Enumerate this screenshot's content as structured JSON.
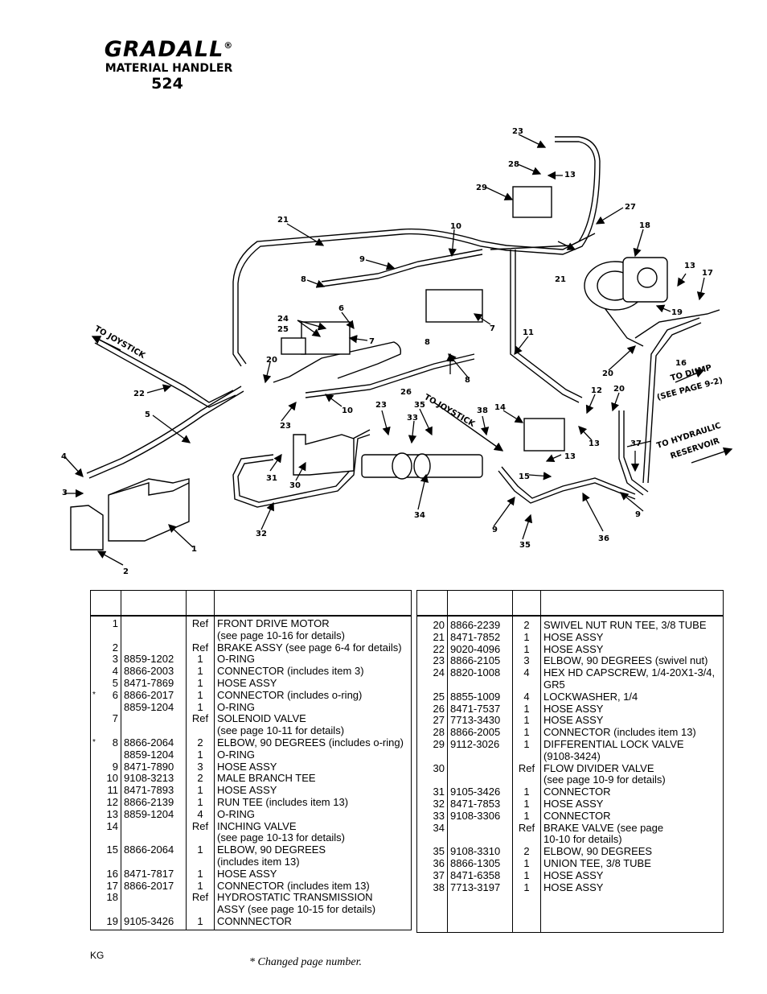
{
  "header": {
    "logo": "GRADALL",
    "registered": "®",
    "subtitle": "MATERIAL HANDLER",
    "model": "524"
  },
  "diagram": {
    "labels": [
      "1",
      "2",
      "3",
      "4",
      "5",
      "6",
      "7",
      "8",
      "9",
      "10",
      "11",
      "12",
      "13",
      "14",
      "15",
      "16",
      "17",
      "18",
      "19",
      "20",
      "21",
      "22",
      "23",
      "24",
      "25",
      "26",
      "27",
      "28",
      "29",
      "30",
      "31",
      "32",
      "33",
      "34",
      "35",
      "36",
      "37",
      "38"
    ],
    "directions": {
      "to_joystick": "TO JOYSTICK",
      "to_dump": "TO DUMP",
      "see_page": "(SEE PAGE 9-2)",
      "to_hydraulic": "TO HYDRAULIC",
      "reservoir": "RESERVOIR"
    }
  },
  "table_left": [
    {
      "mark": "",
      "item": "1",
      "part": "",
      "qty": "Ref",
      "desc": "FRONT DRIVE MOTOR"
    },
    {
      "mark": "",
      "item": "",
      "part": "",
      "qty": "",
      "desc": "(see page 10-16 for details)"
    },
    {
      "mark": "",
      "item": "2",
      "part": "",
      "qty": "Ref",
      "desc": "BRAKE ASSY (see page 6-4 for details)"
    },
    {
      "mark": "",
      "item": "3",
      "part": "8859-1202",
      "qty": "1",
      "desc": "O-RING"
    },
    {
      "mark": "",
      "item": "4",
      "part": "8866-2003",
      "qty": "1",
      "desc": "CONNECTOR (includes item 3)"
    },
    {
      "mark": "",
      "item": "5",
      "part": "8471-7869",
      "qty": "1",
      "desc": "HOSE ASSY"
    },
    {
      "mark": "*",
      "item": "6",
      "part": "8866-2017",
      "qty": "1",
      "desc": "CONNECTOR (includes o-ring)"
    },
    {
      "mark": "",
      "item": "",
      "part": "8859-1204",
      "qty": "1",
      "desc": "O-RING"
    },
    {
      "mark": "",
      "item": "7",
      "part": "",
      "qty": "Ref",
      "desc": "SOLENOID VALVE"
    },
    {
      "mark": "",
      "item": "",
      "part": "",
      "qty": "",
      "desc": "(see page 10-11 for details)"
    },
    {
      "mark": "*",
      "item": "8",
      "part": "8866-2064",
      "qty": "2",
      "desc": "ELBOW, 90 DEGREES (includes o-ring)"
    },
    {
      "mark": "",
      "item": "",
      "part": "8859-1204",
      "qty": "1",
      "desc": "O-RING"
    },
    {
      "mark": "",
      "item": "9",
      "part": "8471-7890",
      "qty": "3",
      "desc": "HOSE ASSY"
    },
    {
      "mark": "",
      "item": "10",
      "part": "9108-3213",
      "qty": "2",
      "desc": "MALE BRANCH TEE"
    },
    {
      "mark": "",
      "item": "11",
      "part": "8471-7893",
      "qty": "1",
      "desc": "HOSE ASSY"
    },
    {
      "mark": "",
      "item": "12",
      "part": "8866-2139",
      "qty": "1",
      "desc": "RUN TEE  (includes item 13)"
    },
    {
      "mark": "",
      "item": "13",
      "part": "8859-1204",
      "qty": "4",
      "desc": "O-RING"
    },
    {
      "mark": "",
      "item": "14",
      "part": "",
      "qty": "Ref",
      "desc": "INCHING VALVE"
    },
    {
      "mark": "",
      "item": "",
      "part": "",
      "qty": "",
      "desc": "(see page 10-13 for details)"
    },
    {
      "mark": "",
      "item": "15",
      "part": "8866-2064",
      "qty": "1",
      "desc": "ELBOW, 90 DEGREES"
    },
    {
      "mark": "",
      "item": "",
      "part": "",
      "qty": "",
      "desc": "(includes item 13)"
    },
    {
      "mark": "",
      "item": "16",
      "part": "8471-7817",
      "qty": "1",
      "desc": "HOSE ASSY"
    },
    {
      "mark": "",
      "item": "17",
      "part": "8866-2017",
      "qty": "1",
      "desc": "CONNECTOR (includes item 13)"
    },
    {
      "mark": "",
      "item": "18",
      "part": "",
      "qty": "Ref",
      "desc": "HYDROSTATIC TRANSMISSION"
    },
    {
      "mark": "",
      "item": "",
      "part": "",
      "qty": "",
      "desc": "ASSY (see page 10-15 for details)"
    },
    {
      "mark": "",
      "item": "19",
      "part": "9105-3426",
      "qty": "1",
      "desc": "CONNNECTOR"
    }
  ],
  "table_right": [
    {
      "item": "20",
      "part": "8866-2239",
      "qty": "2",
      "desc": "SWIVEL NUT RUN TEE, 3/8 TUBE"
    },
    {
      "item": "21",
      "part": "8471-7852",
      "qty": "1",
      "desc": "HOSE ASSY"
    },
    {
      "item": "22",
      "part": "9020-4096",
      "qty": "1",
      "desc": "HOSE ASSY"
    },
    {
      "item": "23",
      "part": "8866-2105",
      "qty": "3",
      "desc": "ELBOW, 90 DEGREES (swivel nut)"
    },
    {
      "item": "24",
      "part": "8820-1008",
      "qty": "4",
      "desc": "HEX HD CAPSCREW, 1/4-20X1-3/4,"
    },
    {
      "item": "",
      "part": "",
      "qty": "",
      "desc": "GR5"
    },
    {
      "item": "25",
      "part": "8855-1009",
      "qty": "4",
      "desc": "LOCKWASHER, 1/4"
    },
    {
      "item": "26",
      "part": "8471-7537",
      "qty": "1",
      "desc": "HOSE ASSY"
    },
    {
      "item": "27",
      "part": "7713-3430",
      "qty": "1",
      "desc": "HOSE ASSY"
    },
    {
      "item": "28",
      "part": "8866-2005",
      "qty": "1",
      "desc": "CONNECTOR (includes item 13)"
    },
    {
      "item": "29",
      "part": "9112-3026",
      "qty": "1",
      "desc": "DIFFERENTIAL LOCK VALVE"
    },
    {
      "item": "",
      "part": "",
      "qty": "",
      "desc": "(9108-3424)"
    },
    {
      "item": "30",
      "part": "",
      "qty": "Ref",
      "desc": "FLOW DIVIDER VALVE"
    },
    {
      "item": "",
      "part": "",
      "qty": "",
      "desc": "(see page 10-9 for details)"
    },
    {
      "item": "31",
      "part": "9105-3426",
      "qty": "1",
      "desc": "CONNECTOR"
    },
    {
      "item": "32",
      "part": "8471-7853",
      "qty": "1",
      "desc": "HOSE ASSY"
    },
    {
      "item": "33",
      "part": "9108-3306",
      "qty": "1",
      "desc": "CONNECTOR"
    },
    {
      "item": "34",
      "part": "",
      "qty": "Ref",
      "desc": "BRAKE VALVE (see page"
    },
    {
      "item": "",
      "part": "",
      "qty": "",
      "desc": "10-10 for details)"
    },
    {
      "item": "35",
      "part": "9108-3310",
      "qty": "2",
      "desc": "ELBOW, 90 DEGREES"
    },
    {
      "item": "36",
      "part": "8866-1305",
      "qty": "1",
      "desc": "UNION TEE, 3/8 TUBE"
    },
    {
      "item": "37",
      "part": "8471-6358",
      "qty": "1",
      "desc": "HOSE ASSY"
    },
    {
      "item": "38",
      "part": "7713-3197",
      "qty": "1",
      "desc": "HOSE ASSY"
    }
  ],
  "footer": {
    "code": "KG",
    "note": "* Changed page number."
  }
}
